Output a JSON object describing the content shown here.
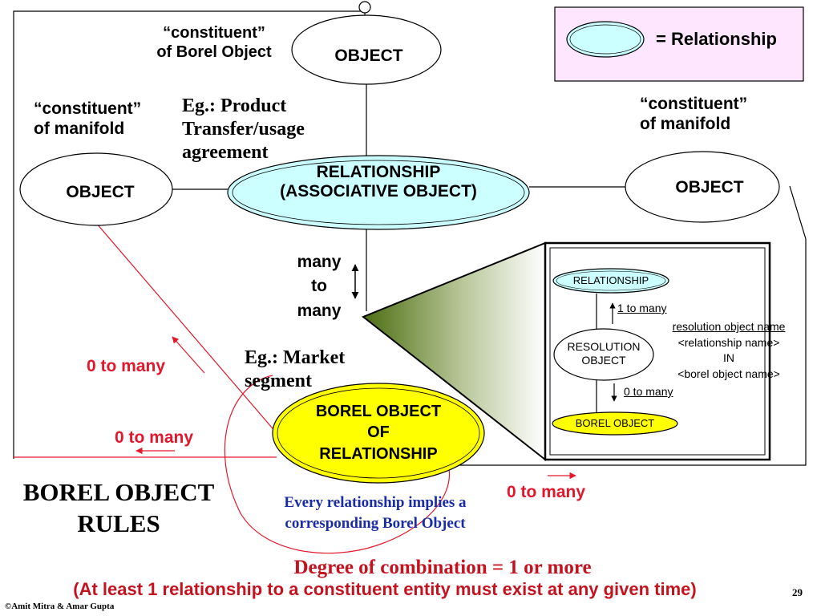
{
  "legend": {
    "label": "= Relationship",
    "fill": "#ccffff",
    "bg": "#ffe6ff"
  },
  "top_object": {
    "label": "OBJECT",
    "caption_line1": "“constituent”",
    "caption_line2": "of Borel Object"
  },
  "left_object": {
    "label": "OBJECT",
    "caption_line1": "“constituent”",
    "caption_line2": "of manifold"
  },
  "right_object": {
    "label": "OBJECT",
    "caption_line1": "“constituent”",
    "caption_line2": "of manifold"
  },
  "example_relationship": {
    "line1": "Eg.: Product",
    "line2": "Transfer/usage",
    "line3": "agreement"
  },
  "relationship": {
    "line1": "RELATIONSHIP",
    "line2": "(ASSOCIATIVE OBJECT)",
    "fill": "#ccffff"
  },
  "cardinality": {
    "line1": "many",
    "line2": "to",
    "line3": "many"
  },
  "example_borel": {
    "line1": "Eg.: Market",
    "line2": "segment"
  },
  "borel_object": {
    "line1": "BOREL OBJECT",
    "line2": "OF",
    "line3": "RELATIONSHIP",
    "fill": "#ffff00"
  },
  "zero_to_many": {
    "upper_left": "0 to many",
    "lower_left": "0 to many",
    "right": "0 to many"
  },
  "inset": {
    "relationship": "RELATIONSHIP",
    "one_to_many": "1 to many",
    "resolution_line1": "RESOLUTION",
    "resolution_line2": "OBJECT",
    "name_line1": "resolution object name",
    "name_line2": "<relationship name>",
    "name_line3": "IN",
    "name_line4": "<borel object name>",
    "zero_to_many": "0 to many",
    "borel_object": "BOREL OBJECT"
  },
  "rules_title": {
    "line1": "BOREL OBJECT",
    "line2": "RULES"
  },
  "implication": {
    "line1": "Every relationship implies a",
    "line2": "corresponding Borel Object"
  },
  "degree": "Degree of combination = 1 or more",
  "at_least": "(At least 1 relationship to a constituent entity must exist at any given time)",
  "page_number": "29",
  "copyright": "©Amit Mitra & Amar Gupta"
}
